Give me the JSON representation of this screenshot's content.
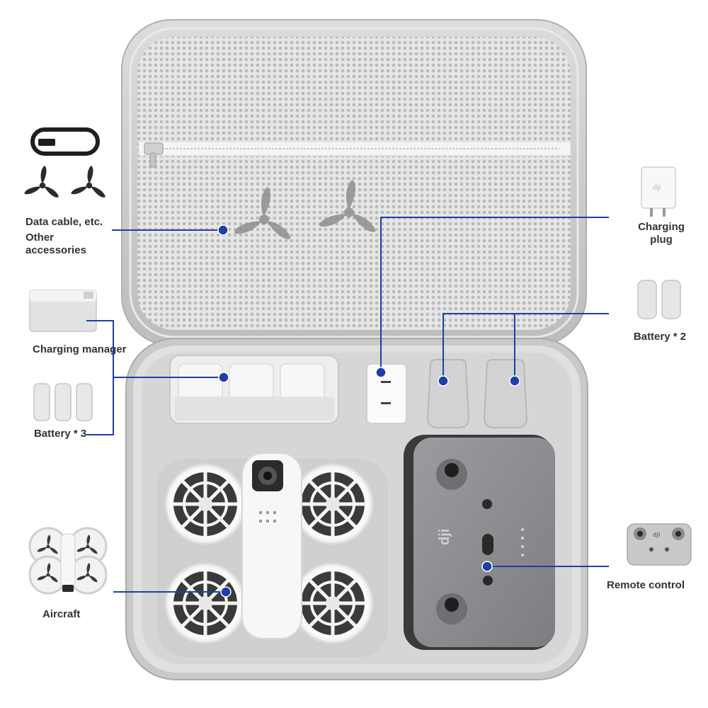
{
  "callouts": {
    "accessories_line1": "Data cable, etc.",
    "accessories_line2": "Other",
    "accessories_line3": "accessories",
    "charging_manager": "Charging manager",
    "battery_left": "Battery * 3",
    "aircraft": "Aircraft",
    "charging_plug_line1": "Charging",
    "charging_plug_line2": "plug",
    "battery_right": "Battery * 2",
    "remote_control": "Remote control"
  },
  "logos": {
    "brand": "dji"
  },
  "colors": {
    "callout_line": "#1f3fa8",
    "case_shell": "#cfcfcf",
    "case_lining": "#d9d9d9",
    "mesh": "#c9c9c9",
    "controller": "#8d8f92",
    "label_text": "#333333"
  },
  "icons": [
    "usb-cable-icon",
    "propeller-icon",
    "charging-manager-icon",
    "battery-icon",
    "aircraft-icon",
    "charging-plug-icon",
    "remote-controller-icon"
  ]
}
